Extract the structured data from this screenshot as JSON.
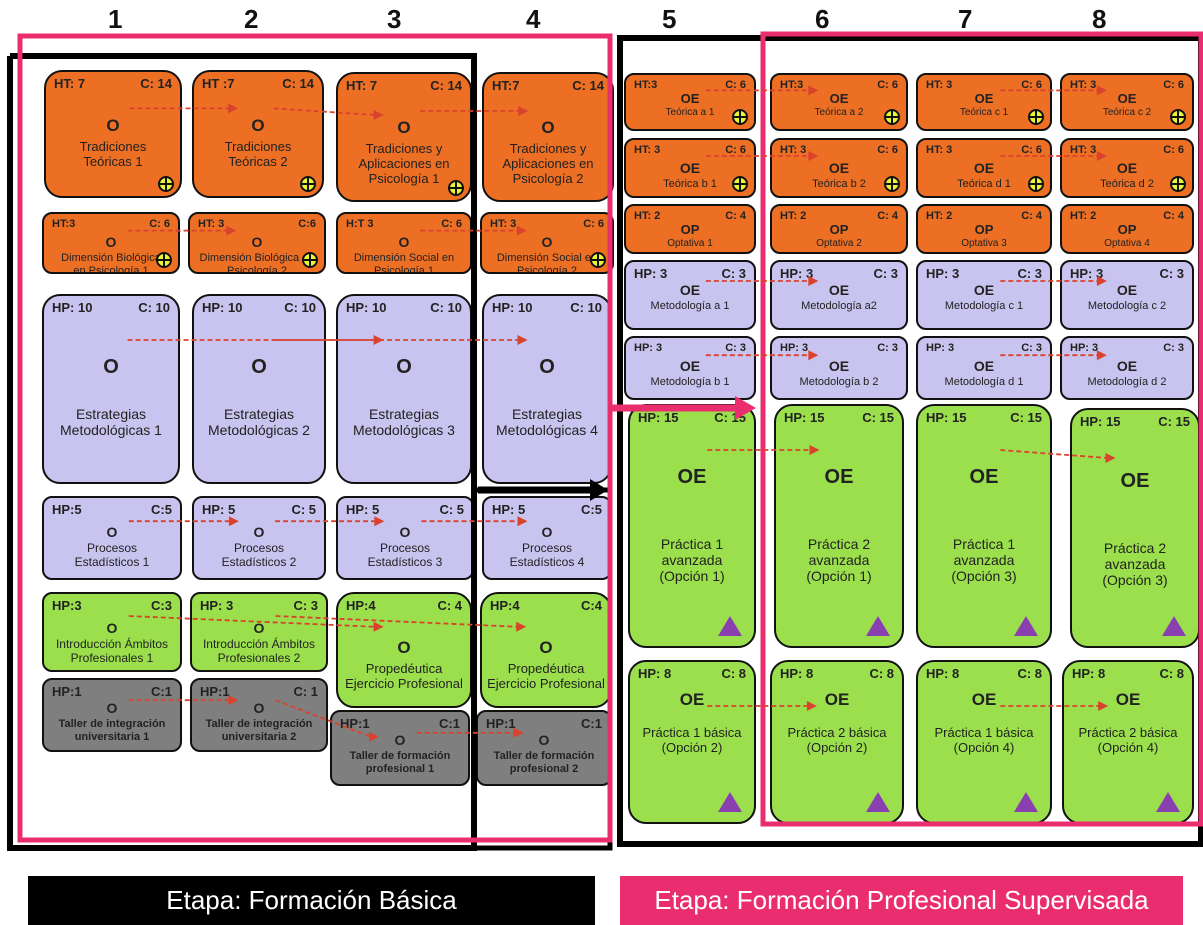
{
  "columns": [
    "1",
    "2",
    "3",
    "4",
    "5",
    "6",
    "7",
    "8"
  ],
  "stages": {
    "basic": "Etapa: Formación Básica",
    "professional": "Etapa: Formación Profesional Supervisada"
  },
  "colors": {
    "teorica": "#ec6f24",
    "metodologica": "#c8c4ef",
    "practica": "#9be04c",
    "integracion": "#7f7f7f",
    "stage_basic_frame": "#000000",
    "stage_pro_frame": "#ea2d6e",
    "arrow": "#d9432e",
    "triangle": "#8a3fb0"
  },
  "icons": {
    "plus": "circled-plus-icon",
    "triangle": "purple-triangle-icon"
  },
  "boxes": [
    {
      "id": "b1",
      "c": "orange",
      "hl": "HT: 7",
      "hr": "C: 14",
      "code": "O",
      "name": "Tradiciones\nTeóricas 1",
      "plus": true
    },
    {
      "id": "b2",
      "c": "orange",
      "hl": "HT :7",
      "hr": "C: 14",
      "code": "O",
      "name": "Tradiciones\nTeóricas 2",
      "plus": true
    },
    {
      "id": "b3",
      "c": "orange",
      "hl": "HT: 7",
      "hr": "C: 14",
      "code": "O",
      "name": "Tradiciones  y\nAplicaciones en\nPsicología 1",
      "plus": true
    },
    {
      "id": "b4",
      "c": "orange",
      "hl": "HT:7",
      "hr": "C: 14",
      "code": "O",
      "name": "Tradiciones  y\nAplicaciones en\nPsicología 2",
      "plus": false
    },
    {
      "id": "b5",
      "c": "orange",
      "hl": "HT:3",
      "hr": "C: 6",
      "code": "O",
      "name": "Dimensión Biológica\nen Psicología 1",
      "plus": true
    },
    {
      "id": "b6",
      "c": "orange",
      "hl": "HT: 3",
      "hr": "C:6",
      "code": "O",
      "name": "Dimensión Biológica en\nPsicología 2",
      "plus": true
    },
    {
      "id": "b7",
      "c": "orange",
      "hl": "H:T 3",
      "hr": "C: 6",
      "code": "O",
      "name": "Dimensión Social en\nPsicología 1",
      "plus": false
    },
    {
      "id": "b8",
      "c": "orange",
      "hl": "HT: 3",
      "hr": "C: 6",
      "code": "O",
      "name": "Dimensión Social en\nPsicología 2",
      "plus": true
    },
    {
      "id": "b9",
      "c": "purple",
      "hl": "HP: 10",
      "hr": "C: 10",
      "code": "O",
      "name": "Estrategias\nMetodológicas 1"
    },
    {
      "id": "b10",
      "c": "purple",
      "hl": "HP: 10",
      "hr": "C: 10",
      "code": "O",
      "name": "Estrategias\nMetodológicas 2"
    },
    {
      "id": "b11",
      "c": "purple",
      "hl": "HP: 10",
      "hr": "C: 10",
      "code": "O",
      "name": "Estrategias\nMetodológicas 3"
    },
    {
      "id": "b12",
      "c": "purple",
      "hl": "HP: 10",
      "hr": "C: 10",
      "code": "O",
      "name": "Estrategias\nMetodológicas 4"
    },
    {
      "id": "b13",
      "c": "purple",
      "hl": "HP:5",
      "hr": "C:5",
      "code": "O",
      "name": "Procesos\nEstadísticos 1"
    },
    {
      "id": "b14",
      "c": "purple",
      "hl": "HP: 5",
      "hr": "C: 5",
      "code": "O",
      "name": "Procesos\nEstadísticos 2"
    },
    {
      "id": "b15",
      "c": "purple",
      "hl": "HP: 5",
      "hr": "C: 5",
      "code": "O",
      "name": "Procesos\nEstadísticos 3"
    },
    {
      "id": "b16",
      "c": "purple",
      "hl": "HP: 5",
      "hr": "C:5",
      "code": "O",
      "name": "Procesos\nEstadísticos 4"
    },
    {
      "id": "b17",
      "c": "green",
      "hl": "HP:3",
      "hr": "C:3",
      "code": "O",
      "name": "Introducción Ámbitos\nProfesionales 1"
    },
    {
      "id": "b18",
      "c": "green",
      "hl": "HP: 3",
      "hr": "C: 3",
      "code": "O",
      "name": "Introducción Ámbitos\nProfesionales 2"
    },
    {
      "id": "b19",
      "c": "green",
      "hl": "HP:4",
      "hr": "C: 4",
      "code": "O",
      "name": "Propedéutica\nEjercicio Profesional"
    },
    {
      "id": "b20",
      "c": "green",
      "hl": "HP:4",
      "hr": "C:4",
      "code": "O",
      "name": "Propedéutica\nEjercicio Profesional"
    },
    {
      "id": "b21",
      "c": "gray",
      "hl": "HP:1",
      "hr": "C:1",
      "code": "O",
      "name": "Taller de integración\nuniversitaria 1"
    },
    {
      "id": "b22",
      "c": "gray",
      "hl": "HP:1",
      "hr": "C: 1",
      "code": "O",
      "name": "Taller de integración\nuniversitaria 2"
    },
    {
      "id": "b23",
      "c": "gray",
      "hl": "HP:1",
      "hr": "C:1",
      "code": "O",
      "name": "Taller de formación\nprofesional 1"
    },
    {
      "id": "b24",
      "c": "gray",
      "hl": "HP:1",
      "hr": "C:1",
      "code": "O",
      "name": "Taller de formación\nprofesional 2"
    },
    {
      "id": "p1",
      "c": "orange",
      "hl": "HT:3",
      "hr": "C: 6",
      "code": "OE",
      "name": "Teórica a 1",
      "plus": true
    },
    {
      "id": "p2",
      "c": "orange",
      "hl": "HT:3",
      "hr": "C: 6",
      "code": "OE",
      "name": "Teórica a 2",
      "plus": true
    },
    {
      "id": "p3",
      "c": "orange",
      "hl": "HT: 3",
      "hr": "C: 6",
      "code": "OE",
      "name": "Teórica c 1",
      "plus": true
    },
    {
      "id": "p4",
      "c": "orange",
      "hl": "HT: 3",
      "hr": "C: 6",
      "code": "OE",
      "name": "Teórica c 2",
      "plus": true
    },
    {
      "id": "p5",
      "c": "orange",
      "hl": "HT: 3",
      "hr": "C: 6",
      "code": "OE",
      "name": "Teórica b 1",
      "plus": true
    },
    {
      "id": "p6",
      "c": "orange",
      "hl": "HT: 3",
      "hr": "C: 6",
      "code": "OE",
      "name": "Teórica b 2",
      "plus": true
    },
    {
      "id": "p7",
      "c": "orange",
      "hl": "HT: 3",
      "hr": "C: 6",
      "code": "OE",
      "name": "Teórica d 1",
      "plus": true
    },
    {
      "id": "p8",
      "c": "orange",
      "hl": "HT: 3",
      "hr": "C: 6",
      "code": "OE",
      "name": "Teórica d 2",
      "plus": true
    },
    {
      "id": "p9",
      "c": "orange",
      "hl": "HT: 2",
      "hr": "C: 4",
      "code": "OP",
      "name": "Optativa  1"
    },
    {
      "id": "p10",
      "c": "orange",
      "hl": "HT: 2",
      "hr": "C: 4",
      "code": "OP",
      "name": "Optativa 2"
    },
    {
      "id": "p11",
      "c": "orange",
      "hl": "HT: 2",
      "hr": "C: 4",
      "code": "OP",
      "name": "Optativa 3"
    },
    {
      "id": "p12",
      "c": "orange",
      "hl": "HT: 2",
      "hr": "C: 4",
      "code": "OP",
      "name": "Optativa 4"
    },
    {
      "id": "p13",
      "c": "purple",
      "hl": "HP: 3",
      "hr": "C: 3",
      "code": "OE",
      "name": "Metodología a 1"
    },
    {
      "id": "p14",
      "c": "purple",
      "hl": "HP: 3",
      "hr": "C: 3",
      "code": "OE",
      "name": "Metodología  a2"
    },
    {
      "id": "p15",
      "c": "purple",
      "hl": "HP: 3",
      "hr": "C: 3",
      "code": "OE",
      "name": "Metodología c 1"
    },
    {
      "id": "p16",
      "c": "purple",
      "hl": "HP: 3",
      "hr": "C: 3",
      "code": "OE",
      "name": "Metodología c 2"
    },
    {
      "id": "p17",
      "c": "purple",
      "hl": "HP: 3",
      "hr": "C: 3",
      "code": "OE",
      "name": "Metodología b 1"
    },
    {
      "id": "p18",
      "c": "purple",
      "hl": "HP: 3",
      "hr": "C: 3",
      "code": "OE",
      "name": "Metodología b 2"
    },
    {
      "id": "p19",
      "c": "purple",
      "hl": "HP: 3",
      "hr": "C: 3",
      "code": "OE",
      "name": "Metodología d 1"
    },
    {
      "id": "p20",
      "c": "purple",
      "hl": "HP: 3",
      "hr": "C: 3",
      "code": "OE",
      "name": "Metodología d 2"
    },
    {
      "id": "p21",
      "c": "green",
      "hl": "HP: 15",
      "hr": "C: 15",
      "code": "OE",
      "name": "Práctica 1\navanzada\n(Opción 1)",
      "tri": true
    },
    {
      "id": "p22",
      "c": "green",
      "hl": "HP: 15",
      "hr": "C: 15",
      "code": "OE",
      "name": "Práctica 2\navanzada\n(Opción 1)",
      "tri": true
    },
    {
      "id": "p23",
      "c": "green",
      "hl": "HP: 15",
      "hr": "C: 15",
      "code": "OE",
      "name": "Práctica 1\navanzada\n(Opción 3)",
      "tri": true
    },
    {
      "id": "p24",
      "c": "green",
      "hl": "HP: 15",
      "hr": "C: 15",
      "code": "OE",
      "name": "Práctica 2\navanzada\n(Opción 3)",
      "tri": true
    },
    {
      "id": "p25",
      "c": "green",
      "hl": "HP: 8",
      "hr": "C: 8",
      "code": "OE",
      "name": "Práctica 1 básica\n(Opción 2)",
      "tri": true
    },
    {
      "id": "p26",
      "c": "green",
      "hl": "HP: 8",
      "hr": "C: 8",
      "code": "OE",
      "name": "Práctica 2 básica\n(Opción 2)",
      "tri": true
    },
    {
      "id": "p27",
      "c": "green",
      "hl": "HP: 8",
      "hr": "C: 8",
      "code": "OE",
      "name": "Práctica 1 básica\n(Opción 4)",
      "tri": true
    },
    {
      "id": "p28",
      "c": "green",
      "hl": "HP: 8",
      "hr": "C: 8",
      "code": "OE",
      "name": "Práctica 2 básica\n(Opción 4)",
      "tri": true
    }
  ],
  "arrows": [
    [
      "b1",
      "b2"
    ],
    [
      "b2",
      "b3"
    ],
    [
      "b3",
      "b4"
    ],
    [
      "b5",
      "b6"
    ],
    [
      "b7",
      "b8"
    ],
    [
      "b9",
      "b11"
    ],
    [
      "b10",
      "b12"
    ],
    [
      "b13",
      "b14"
    ],
    [
      "b14",
      "b15"
    ],
    [
      "b15",
      "b16"
    ],
    [
      "b17",
      "b19"
    ],
    [
      "b18",
      "b20"
    ],
    [
      "b21",
      "b22"
    ],
    [
      "b22",
      "b23"
    ],
    [
      "b23",
      "b24"
    ],
    [
      "p1",
      "p2"
    ],
    [
      "p3",
      "p4"
    ],
    [
      "p5",
      "p6"
    ],
    [
      "p7",
      "p8"
    ],
    [
      "p13",
      "p14"
    ],
    [
      "p15",
      "p16"
    ],
    [
      "p17",
      "p18"
    ],
    [
      "p19",
      "p20"
    ],
    [
      "p21",
      "p22"
    ],
    [
      "p23",
      "p24"
    ],
    [
      "p25",
      "p26"
    ],
    [
      "p27",
      "p28"
    ]
  ]
}
